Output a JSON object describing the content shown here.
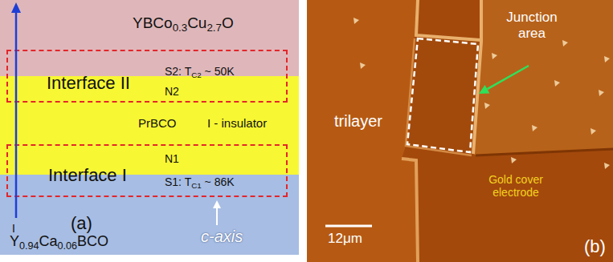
{
  "diagram": {
    "nodes": [
      {
        "text": [
          "YBCo0.3Cu2.7O"
        ]
      },
      {
        "text": [
          "Interface II",
          "S2: TC2 ~ 50K",
          "N2"
        ]
      },
      {
        "text": [
          "PrBCO",
          "I - insulator"
        ]
      },
      {
        "text": [
          "Interface I",
          "N1",
          "S1: TC1 ~ 86K"
        ]
      },
      {
        "text": [
          "Y0.94Ca0.06BCO"
        ]
      }
    ],
    "labels": [
      "I",
      "(a)",
      "c-axis",
      "trilayer",
      "Junction area",
      "Gold cover electrode",
      "12μm",
      "(b)"
    ]
  }
}
